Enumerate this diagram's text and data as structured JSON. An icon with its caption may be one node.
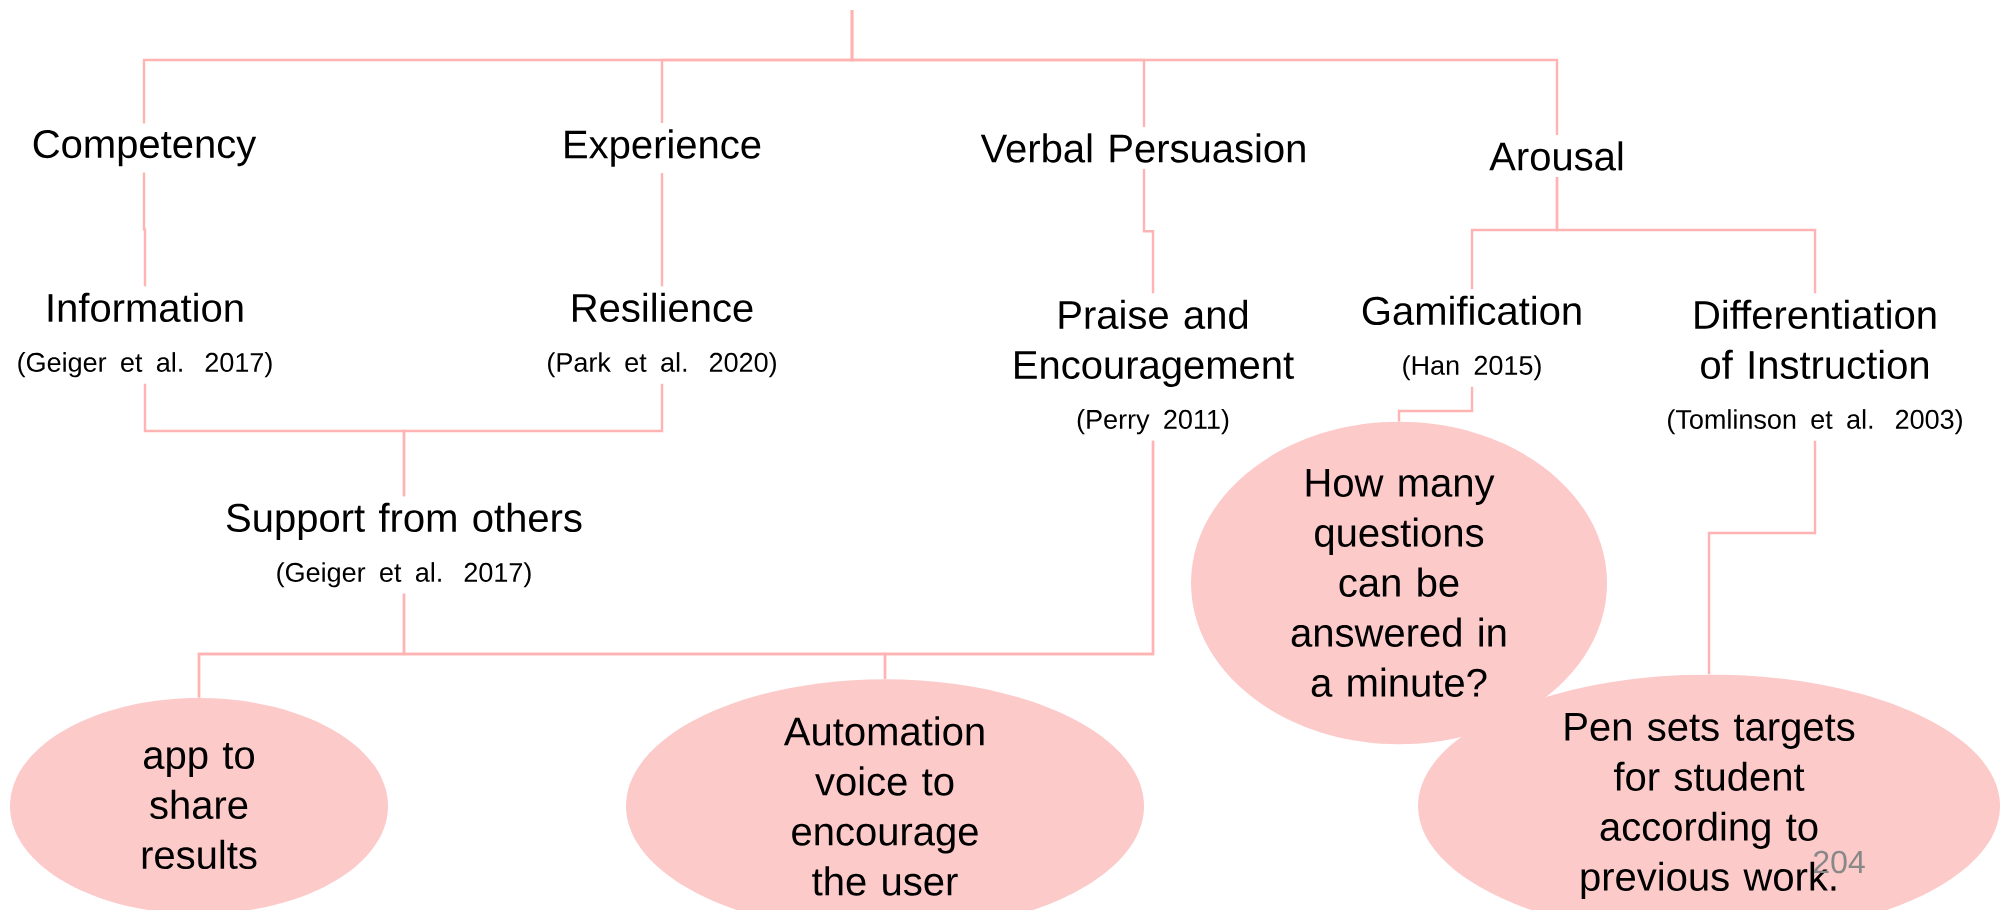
{
  "diagram": {
    "nodes": [
      {
        "text": [
          "Competency"
        ]
      },
      {
        "text": [
          "Experience"
        ]
      },
      {
        "text": [
          "Verbal Persuasion"
        ]
      },
      {
        "text": [
          "Arousal"
        ]
      },
      {
        "text": [
          "Information",
          "(Geiger et al. 2017)"
        ]
      },
      {
        "text": [
          "Resilience",
          "(Park et al. 2020)"
        ]
      },
      {
        "text": [
          "Praise and Encouragement",
          "(Perry 2011)"
        ]
      },
      {
        "text": [
          "Gamification",
          "(Han 2015)"
        ]
      },
      {
        "text": [
          "Differentiation of Instruction",
          "(Tomlinson et al. 2003)"
        ]
      },
      {
        "text": [
          "Support from others",
          "(Geiger et al. 2017)"
        ]
      },
      {
        "text": [
          "How many questions can be answered in a minute?"
        ]
      },
      {
        "text": [
          "app to share results"
        ]
      },
      {
        "text": [
          "Automation voice to encourage the user"
        ]
      },
      {
        "text": [
          "Pen sets targets for student according to previous work."
        ]
      }
    ],
    "edges": [
      {
        "from": null,
        "to": 0,
        "arrow": "none"
      },
      {
        "from": null,
        "to": 1,
        "arrow": "none"
      },
      {
        "from": null,
        "to": 2,
        "arrow": "none"
      },
      {
        "from": null,
        "to": 3,
        "arrow": "none"
      },
      {
        "from": 0,
        "to": 4,
        "arrow": "none"
      },
      {
        "from": 1,
        "to": 5,
        "arrow": "none"
      },
      {
        "from": 2,
        "to": 6,
        "arrow": "none"
      },
      {
        "from": 3,
        "to": 7,
        "arrow": "none"
      },
      {
        "from": 3,
        "to": 8,
        "arrow": "none"
      },
      {
        "from": 4,
        "to": 9,
        "arrow": "none"
      },
      {
        "from": 5,
        "to": 9,
        "arrow": "none"
      },
      {
        "from": 9,
        "to": 11,
        "arrow": "none"
      },
      {
        "from": 9,
        "to": 12,
        "arrow": "none"
      },
      {
        "from": 6,
        "to": 11,
        "arrow": "none"
      },
      {
        "from": 6,
        "to": 12,
        "arrow": "none"
      },
      {
        "from": 7,
        "to": 10,
        "arrow": "none"
      },
      {
        "from": 8,
        "to": 13,
        "arrow": "none"
      }
    ],
    "labels": [
      "204"
    ]
  }
}
